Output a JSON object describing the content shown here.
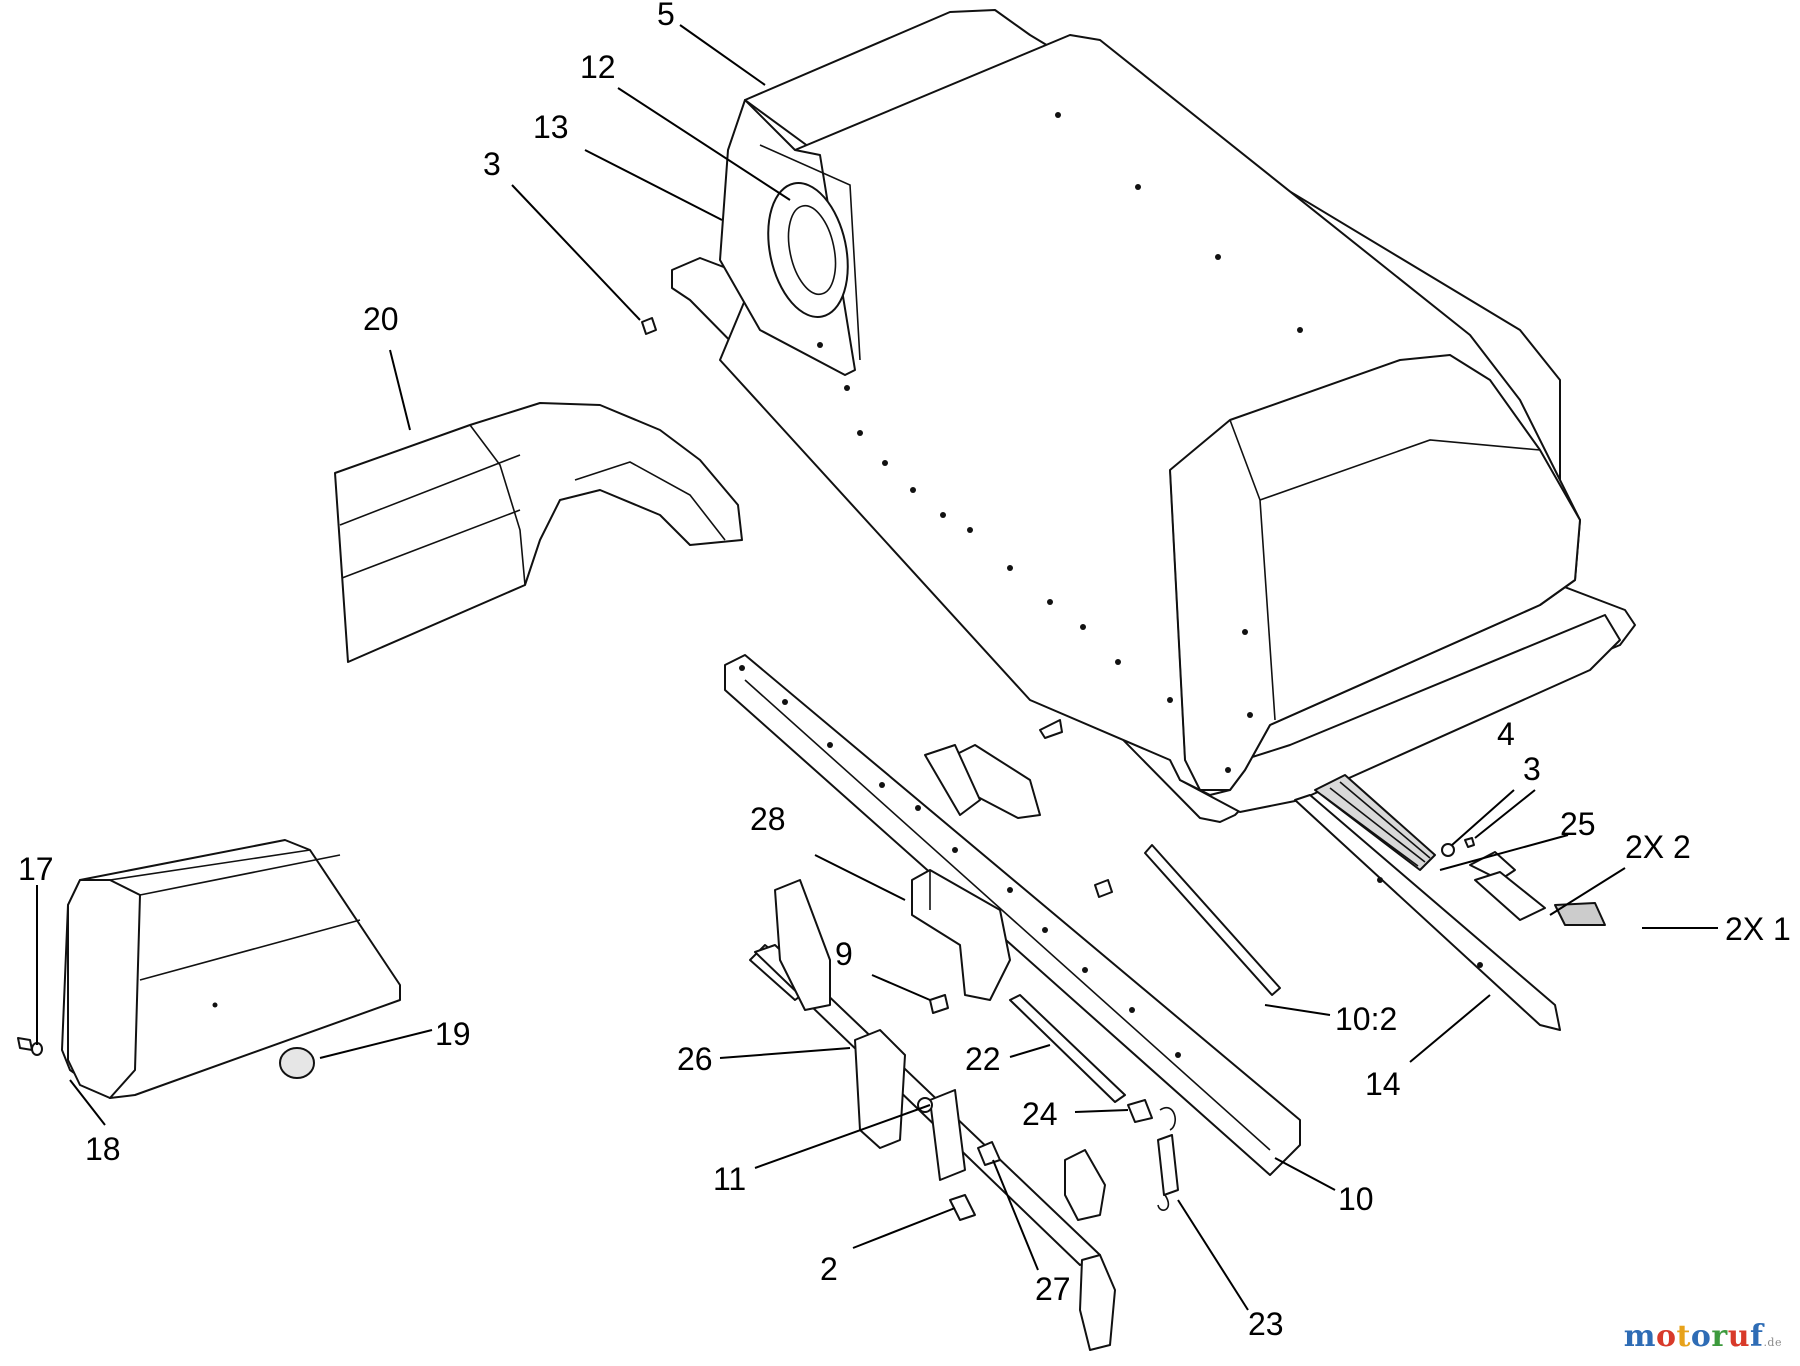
{
  "diagram": {
    "callouts": {
      "c5": "5",
      "c12": "12",
      "c13": "13",
      "c3a": "3",
      "c20": "20",
      "c4": "4",
      "c3b": "3",
      "c25": "25",
      "c2x2": "2X 2",
      "c2x1": "2X 1",
      "c28": "28",
      "c9": "9",
      "c102": "10:2",
      "c14": "14",
      "c17": "17",
      "c19": "19",
      "c18": "18",
      "c26": "26",
      "c22": "22",
      "c24": "24",
      "c11": "11",
      "c10": "10",
      "c2": "2",
      "c27": "27",
      "c23": "23"
    }
  },
  "watermark": {
    "text": "motoruf",
    "suffix": ".de",
    "colors": [
      "#2e6cb5",
      "#d83a2a",
      "#e7a21a",
      "#2e6cb5",
      "#3c9a3c",
      "#d83a2a",
      "#2e6cb5"
    ]
  }
}
